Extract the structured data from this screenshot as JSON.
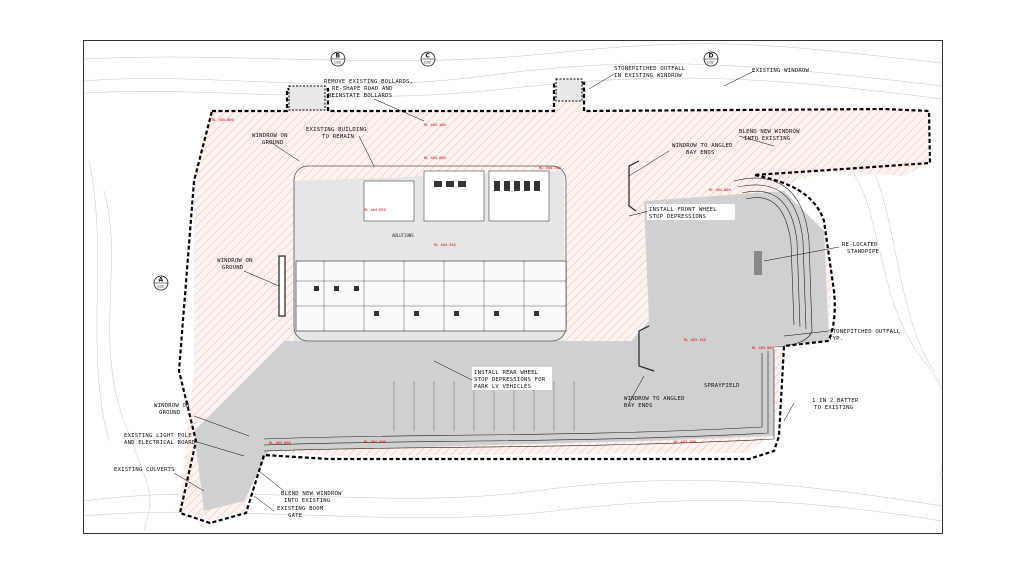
{
  "notes": {
    "remove_bollards_1": "REMOVE EXISTING BOLLARDS,",
    "remove_bollards_2": "RE-SHAPE ROAD AND",
    "remove_bollards_3": "REINSTATE BOLLARDS",
    "stonepitched_outfall_1": "STONEPITCHED OUTFALL",
    "stonepitched_outfall_2": "IN EXISTING WINDROW",
    "existing_windrow": "EXISTING WINDROW",
    "windrow_on_ground_1a": "WINDROW ON",
    "windrow_on_ground_1b": "GROUND",
    "existing_building_1": "EXISTING BUILDING",
    "existing_building_2": "TO REMAIN",
    "windrow_angled_1a": "WINDROW TO ANGLED",
    "windrow_angled_1b": "BAY ENDS",
    "blend_windrow_1a": "BLEND NEW WINDROW",
    "blend_windrow_1b": "INTO EXISTING",
    "front_wheel_1": "INSTALL FRONT WHEEL",
    "front_wheel_2": "STOP DEPRESSIONS",
    "relocated_standpipe_1": "RE-LOCATED",
    "relocated_standpipe_2": "STANDPIPE",
    "windrow_on_ground_2a": "WINDROW ON",
    "windrow_on_ground_2b": "GROUND",
    "stonepitched_typ_1": "STONEPITCHED OUTFALL",
    "stonepitched_typ_2": "TYP.",
    "rear_wheel_1": "INSTALL REAR WHEEL",
    "rear_wheel_2": "STOP DEPRESSIONS FOR",
    "rear_wheel_3": "PARK LV VEHICLES",
    "sprayfield": "SPRAYFIELD",
    "windrow_angled_2a": "WINDROW TO ANGLED",
    "windrow_angled_2b": "BAY ENDS",
    "batter_1": "1 IN 2 BATTER",
    "batter_2": "TO EXISTING",
    "windrow_on_ground_3a": "WINDROW ON",
    "windrow_on_ground_3b": "GROUND",
    "light_pole_1": "EXISTING LIGHT POLE",
    "light_pole_2": "AND ELECTRICAL BOARD",
    "culverts": "EXISTING CULVERTS",
    "blend_windrow_2a": "BLEND NEW WINDROW",
    "blend_windrow_2b": "INTO EXISTING",
    "boom_gate_1": "EXISTING BOOM",
    "boom_gate_2": "GATE"
  },
  "section_markers": [
    {
      "letter": "A",
      "sheet": "C02"
    },
    {
      "letter": "B",
      "sheet": "C02"
    },
    {
      "letter": "C",
      "sheet": "C02"
    },
    {
      "letter": "D",
      "sheet": "C02"
    }
  ],
  "level_tags": [
    "RL 405.000",
    "RL 405.100",
    "RL 404.800",
    "RL 404.650",
    "RL 404.350",
    "RL 404.700",
    "RL 404.000",
    "RL 403.150",
    "RL 403.000",
    "RL 403.000",
    "RL 404.500",
    "RL 403.200"
  ],
  "building_labels": {
    "ablutions": "ABLUTIONS"
  },
  "colors": {
    "hatch": "#f0a090",
    "grey_fill": "#cfcfcf",
    "boundary": "#000000",
    "tag": "#dd0000",
    "contour": "#b0b0b0"
  }
}
